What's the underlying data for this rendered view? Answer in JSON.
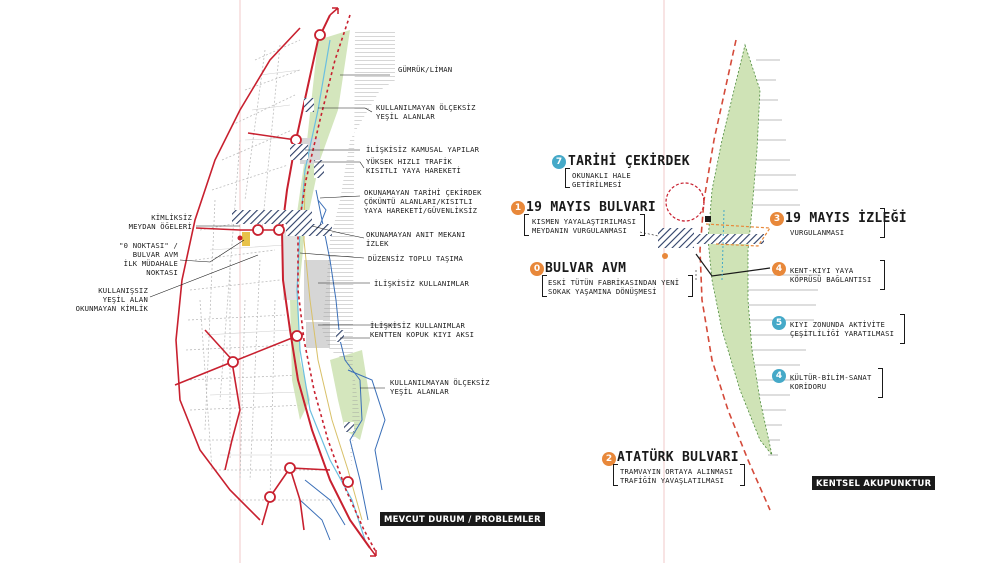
{
  "left_map": {
    "tag": "MEVCUT DURUM / PROBLEMLER",
    "right_labels": [
      "GÜMRÜK/LİMAN",
      "KULLANILMAYAN ÖLÇEKSİZ\nYEŞİL ALANLAR",
      "İLİŞKİSİZ KAMUSAL YAPILAR",
      "YÜKSEK HIZLI TRAFİK\nKISITLI YAYA HAREKETİ",
      "OKUNAMAYAN TARİHİ ÇEKİRDEK\nÇÖKÜNTÜ ALANLARI/KISITLI\nYAYA HAREKETİ/GÜVENLİKSİZ",
      "OKUNAMAYAN ANIT MEKANI\nİZLEK",
      "DÜZENSİZ TOPLU TAŞIMA",
      "İLİŞKİSİZ KULLANIMLAR",
      "İLİŞKİSİZ KULLANIMLAR\nKENTTEN KOPUK KIYI AKSI",
      "KULLANILMAYAN ÖLÇEKSİZ\nYEŞİL ALANLAR"
    ],
    "left_labels": [
      "KİMLİKSİZ\nMEYDAN ÖĞELERİ",
      "\"0 NOKTASI\" /\nBULVAR AVM\nİLK MÜDAHALE\nNOKTASI",
      "KULLANIŞSIZ\nYEŞİL ALAN\nOKUNMAYAN KİMLİK"
    ]
  },
  "right_map": {
    "tag": "KENTSEL AKUPUNKTUR",
    "items": [
      {
        "num": "7",
        "color": "blue",
        "title": "TARİHİ ÇEKİRDEK",
        "sub": "OKUNAKLI HALE\nGETİRİLMESİ"
      },
      {
        "num": "1",
        "color": "orange",
        "title": "19 MAYIS BULVARI",
        "sub": "KISMEN YAYALAŞTIRILMASI\nMEYDANIN VURGULANMASI"
      },
      {
        "num": "0",
        "color": "orange",
        "title": "BULVAR AVM",
        "sub": "ESKİ TÜTÜN FABRİKASINDAN YENİ\nSOKAK YAŞAMINA DÖNÜŞMESİ"
      },
      {
        "num": "3",
        "color": "orange",
        "title": "19 MAYIS İZLEĞİ",
        "sub": "VURGULANMASI"
      },
      {
        "num": "4",
        "color": "orange",
        "title": "",
        "sub": "KENT-KIYI YAYA\nKÖPRÜSÜ BAĞLANTISI"
      },
      {
        "num": "5",
        "color": "blue",
        "title": "",
        "sub": "KIYI ZONUNDA AKTİVİTE\nÇEŞİTLİLİĞİ YARATILMASI"
      },
      {
        "num": "4",
        "color": "blue",
        "title": "",
        "sub": "KÜLTÜR-BİLİM-SANAT\nKORİDORU"
      },
      {
        "num": "2",
        "color": "orange",
        "title": "ATATÜRK BULVARI",
        "sub": "TRAMVAYIN ORTAYA ALINMASI\nTRAFİĞİN YAVAŞLATILMASI"
      }
    ]
  },
  "colors": {
    "red": "#c8202f",
    "orange": "#e8883a",
    "blue": "#45a9c8",
    "green": "#cfe3b6",
    "ink": "#1a1a1a"
  }
}
